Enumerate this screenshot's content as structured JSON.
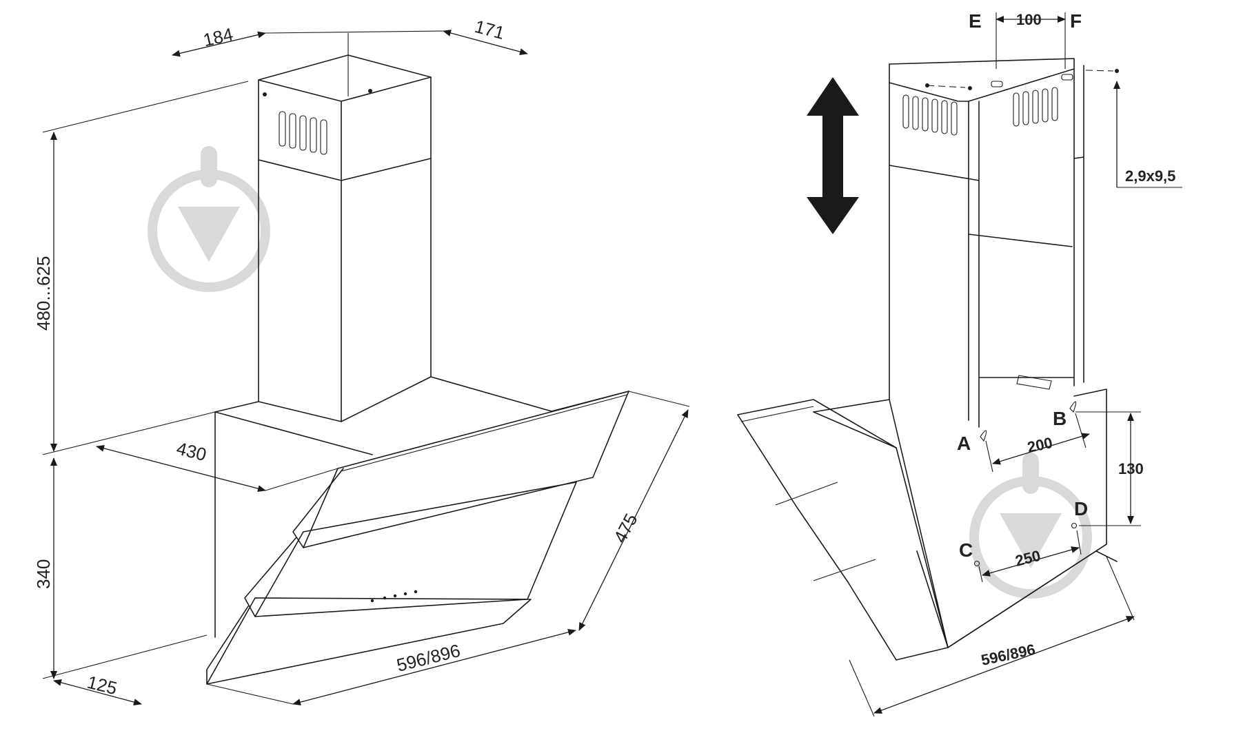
{
  "left_view": {
    "dims": {
      "chimney_depth": "184",
      "chimney_width": "171",
      "chimney_height": "480...625",
      "body_height": "340",
      "body_depth": "430",
      "glass_depth": "475",
      "width": "596/896",
      "bottom_depth": "125"
    }
  },
  "right_view": {
    "dims": {
      "ef_spacing": "100",
      "screw": "2,9x9,5",
      "ab_spacing": "200",
      "cd_spacing": "250",
      "vertical_spacing": "130",
      "width": "596/896"
    },
    "points": {
      "E": "E",
      "F": "F",
      "A": "A",
      "B": "B",
      "C": "C",
      "D": "D"
    }
  },
  "colors": {
    "line": "#1a1a1a",
    "watermark": "#d9d9d9"
  }
}
